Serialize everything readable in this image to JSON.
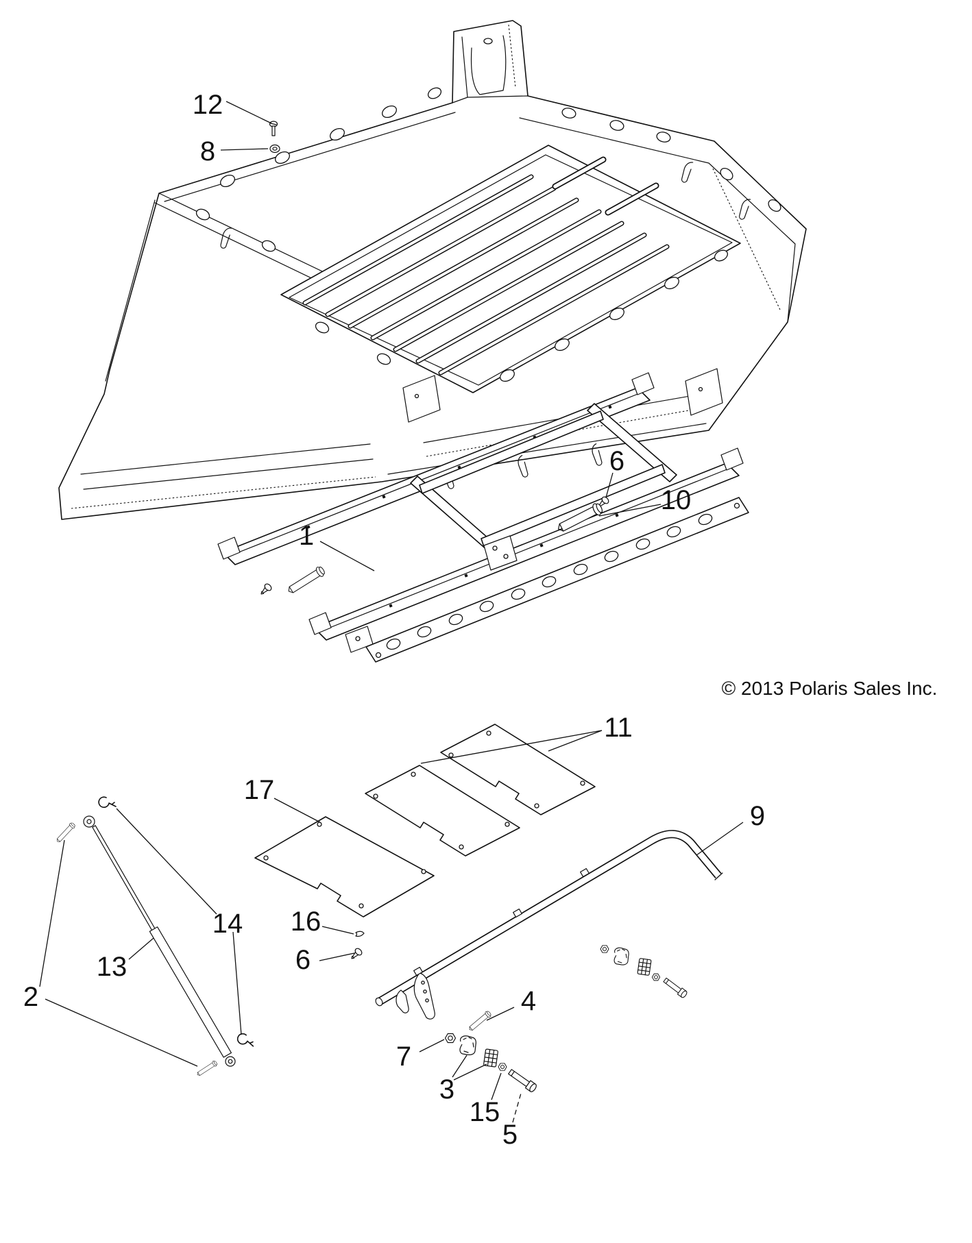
{
  "copyright": "© 2013 Polaris Sales Inc.",
  "callouts": {
    "c1": "1",
    "c2": "2",
    "c3": "3",
    "c4": "4",
    "c5": "5",
    "c6a": "6",
    "c6b": "6",
    "c7": "7",
    "c8": "8",
    "c9": "9",
    "c10": "10",
    "c11": "11",
    "c12": "12",
    "c13": "13",
    "c14": "14",
    "c15": "15",
    "c16": "16",
    "c17": "17"
  },
  "colors": {
    "line": "#111111",
    "background": "#ffffff"
  }
}
